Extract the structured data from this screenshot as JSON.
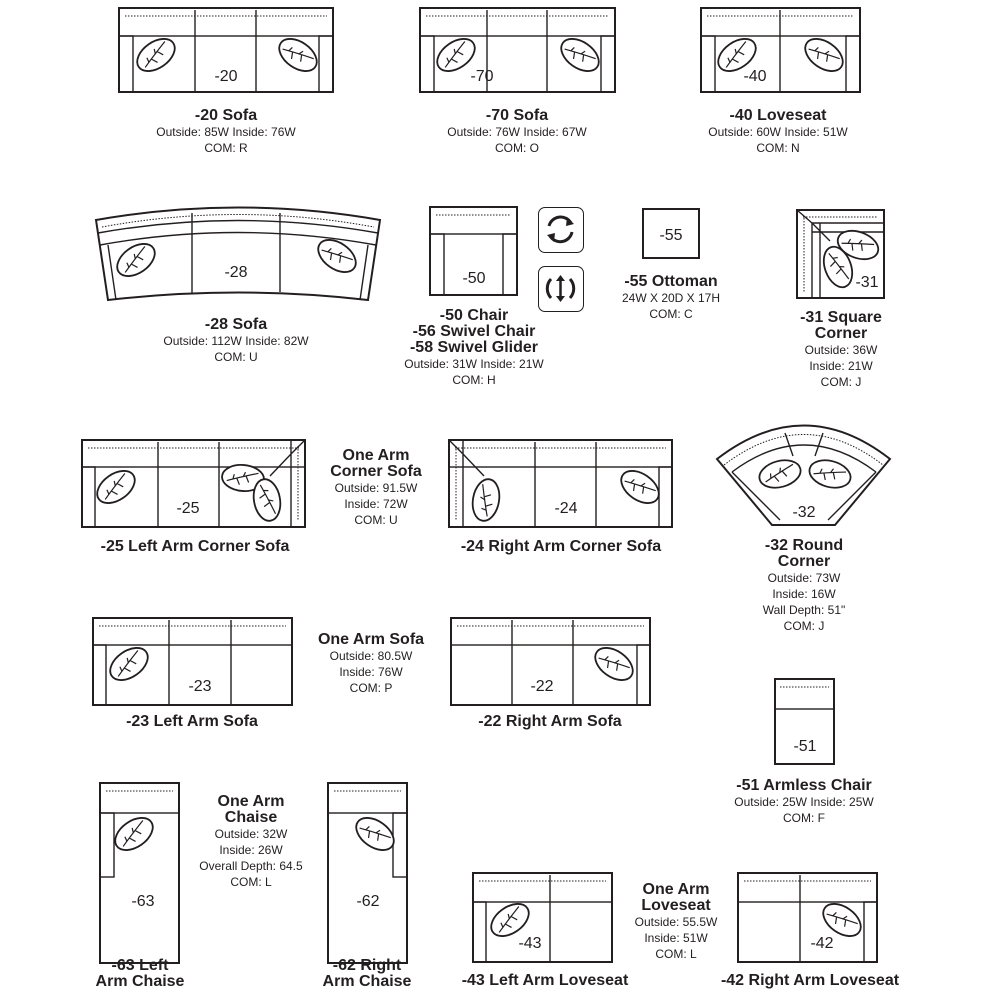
{
  "items": {
    "s20": {
      "code": "-20",
      "title": "-20 Sofa",
      "line1": "Outside:  85W   Inside:  76W",
      "line2": "COM:  R"
    },
    "s70": {
      "code": "-70",
      "title": "-70 Sofa",
      "line1": "Outside:  76W   Inside:  67W",
      "line2": "COM:  O"
    },
    "s40": {
      "code": "-40",
      "title": "-40 Loveseat",
      "line1": "Outside:  60W   Inside:  51W",
      "line2": "COM:  N"
    },
    "s28": {
      "code": "-28",
      "title": "-28 Sofa",
      "line1": "Outside:  112W   Inside:  82W",
      "line2": "COM:  U"
    },
    "s50": {
      "code": "-50",
      "title1": "-50 Chair",
      "title2": "-56 Swivel Chair",
      "title3": "-58 Swivel Glider",
      "line1": "Outside:  31W   Inside:  21W",
      "line2": "COM:  H"
    },
    "s55": {
      "code": "-55",
      "title": "-55 Ottoman",
      "line1": "24W X 20D X 17H",
      "line2": "COM:  C"
    },
    "s31": {
      "code": "-31",
      "title1": "-31 Square",
      "title2": "Corner",
      "line1": "Outside:  36W",
      "line2": "Inside:  21W",
      "line3": "COM:  J"
    },
    "s25": {
      "code": "-25",
      "title": "-25 Left Arm Corner Sofa"
    },
    "s24": {
      "code": "-24",
      "title": "-24 Right Arm Corner Sofa"
    },
    "s32": {
      "code": "-32",
      "title1": "-32 Round",
      "title2": "Corner",
      "line1": "Outside:  73W",
      "line2": "Inside:  16W",
      "line3": "Wall Depth:  51\"",
      "line4": "COM:  J"
    },
    "s23": {
      "code": "-23",
      "title": "-23 Left Arm Sofa"
    },
    "s22": {
      "code": "-22",
      "title": "-22 Right Arm Sofa"
    },
    "s51": {
      "code": "-51",
      "title": "-51 Armless Chair",
      "line1": "Outside:  25W   Inside:  25W",
      "line2": "COM:  F"
    },
    "s63": {
      "code": "-63",
      "title1": "-63 Left",
      "title2": "Arm Chaise"
    },
    "s62": {
      "code": "-62",
      "title1": "-62 Right",
      "title2": "Arm Chaise"
    },
    "s43": {
      "code": "-43",
      "title": "-43 Left Arm Loveseat"
    },
    "s42": {
      "code": "-42",
      "title": "-42 Right Arm Loveseat"
    }
  },
  "groups": {
    "corner_sofa": {
      "title1": "One Arm",
      "title2": "Corner Sofa",
      "line1": "Outside:  91.5W",
      "line2": "Inside:  72W",
      "line3": "COM:  U"
    },
    "arm_sofa": {
      "title": "One Arm Sofa",
      "line1": "Outside:  80.5W",
      "line2": "Inside:  76W",
      "line3": "COM:  P"
    },
    "chaise": {
      "title1": "One Arm",
      "title2": "Chaise",
      "line1": "Outside:  32W",
      "line2": "Inside:  26W",
      "line3": "Overall Depth:  64.5",
      "line4": "COM:  L"
    },
    "loveseat": {
      "title1": "One Arm",
      "title2": "Loveseat",
      "line1": "Outside:  55.5W",
      "line2": "Inside:  51W",
      "line3": "COM:  L"
    }
  },
  "icons": [
    "swivel-rotate-icon",
    "glider-rock-icon"
  ],
  "colors": {
    "ink": "#231f20",
    "paper": "#ffffff"
  }
}
